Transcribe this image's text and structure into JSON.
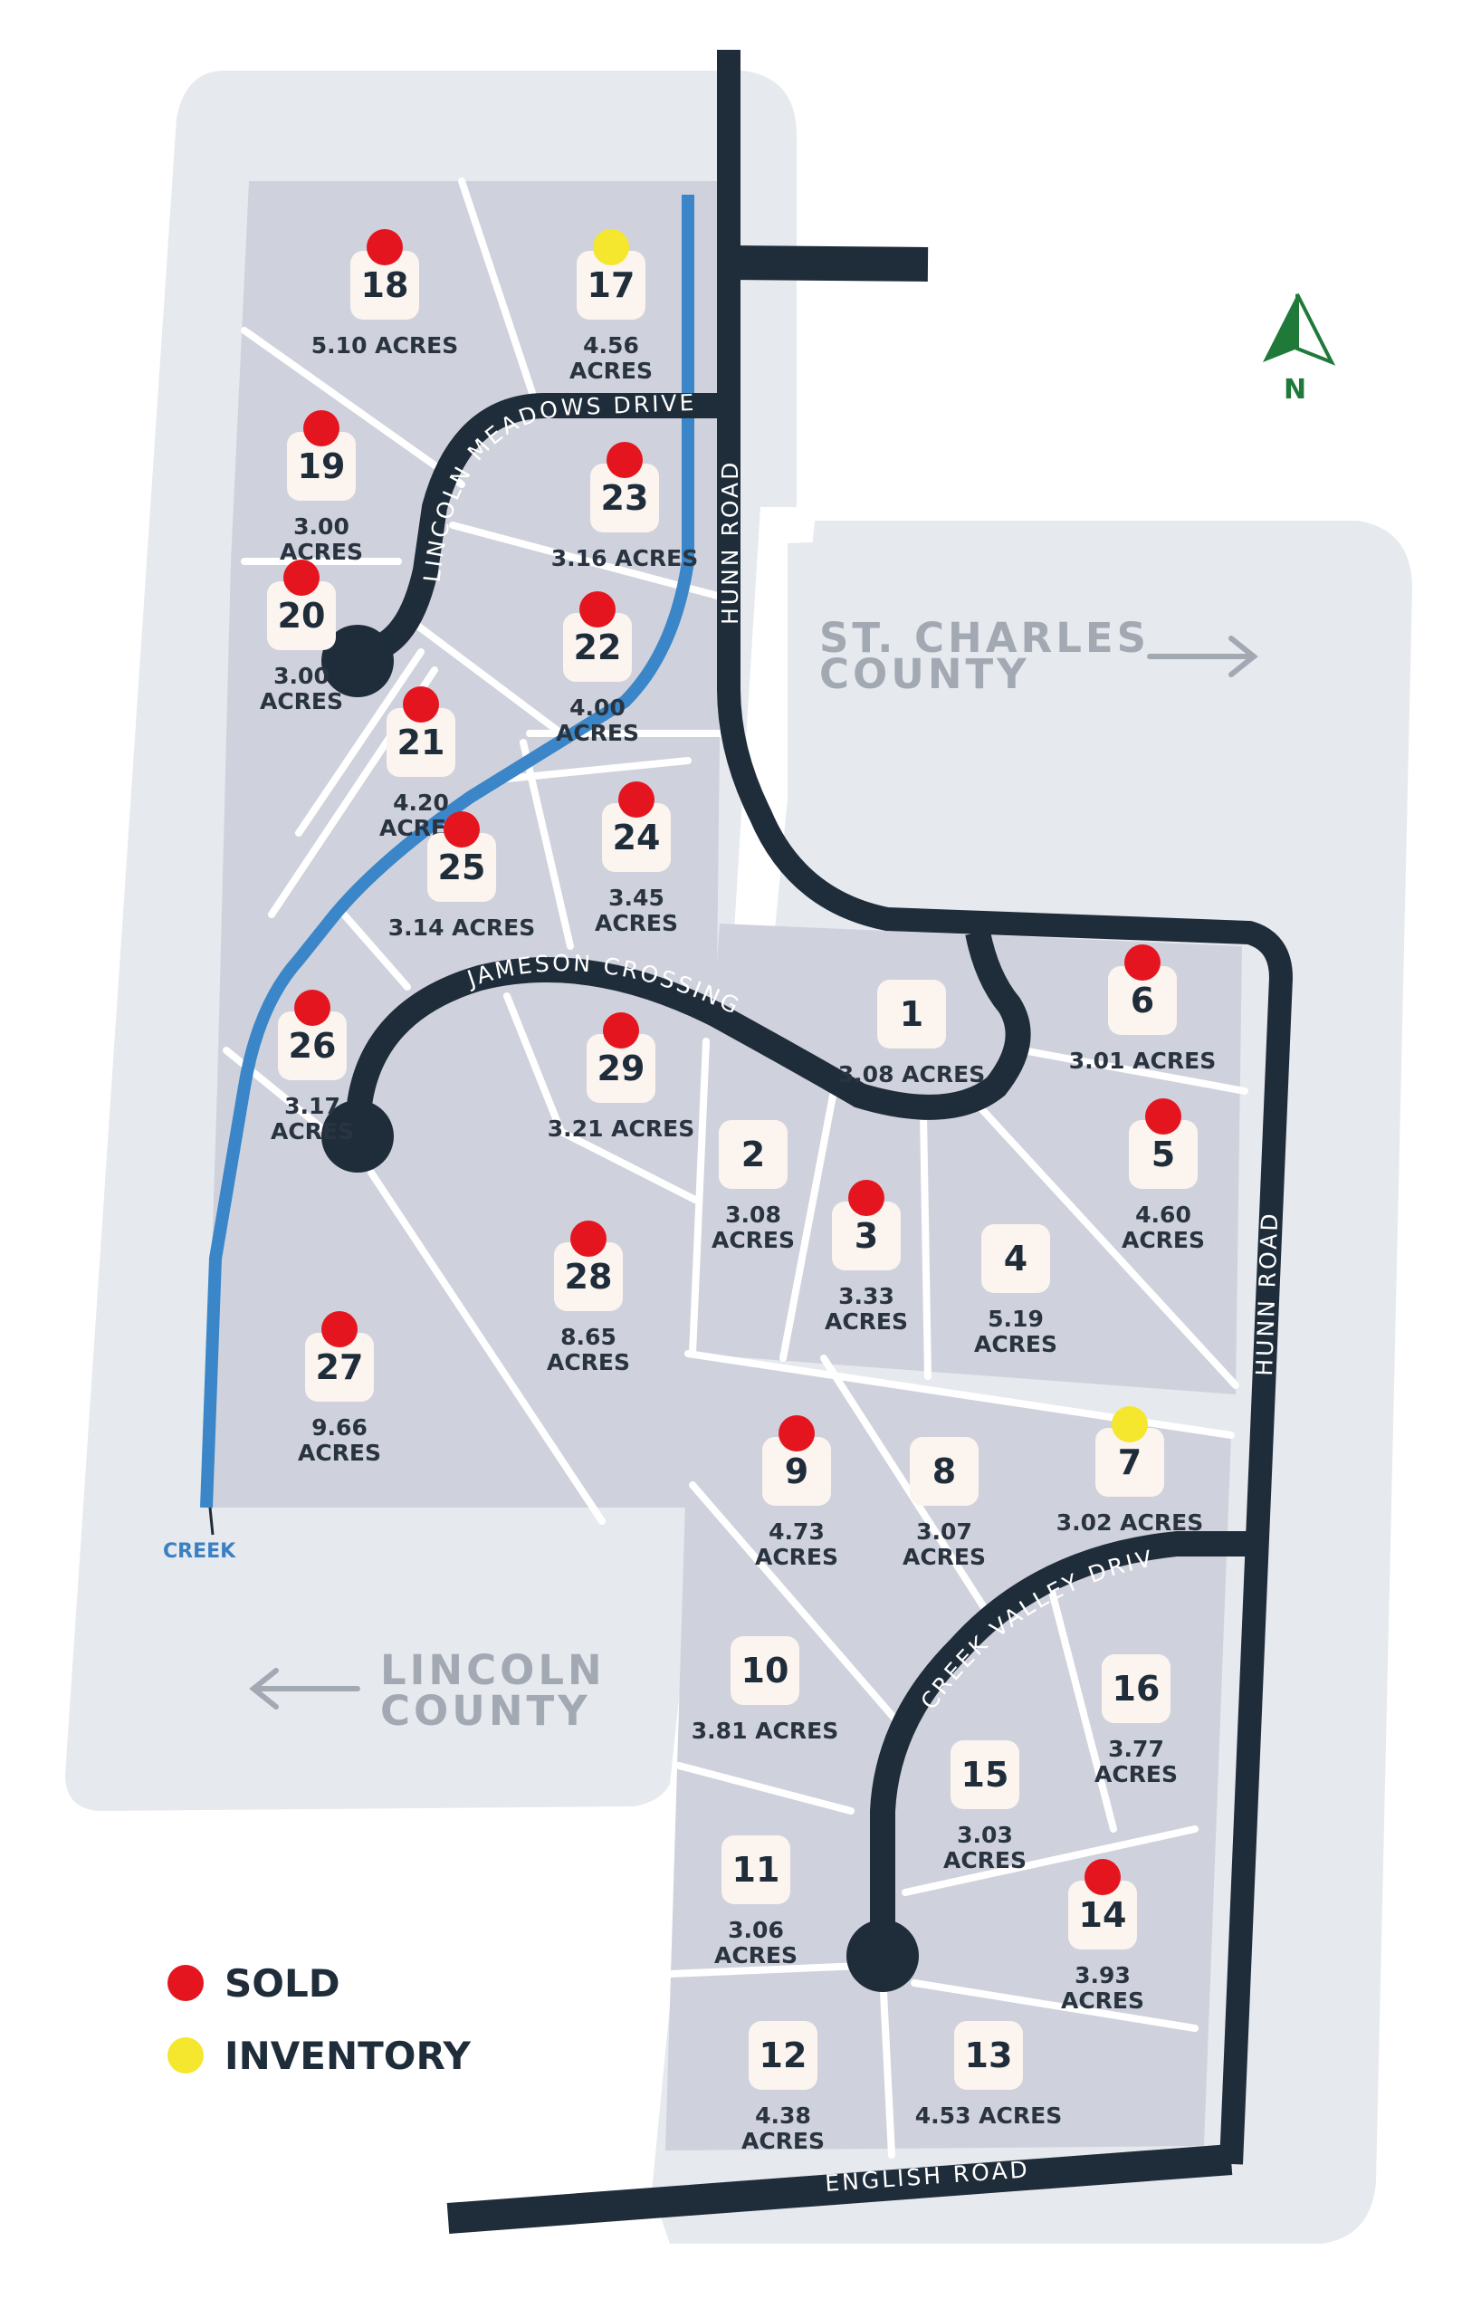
{
  "lots": [
    {
      "num": "18",
      "acres": [
        "5.10 ACRES"
      ],
      "status": "sold"
    },
    {
      "num": "17",
      "acres": [
        "4.56",
        "ACRES"
      ],
      "status": "inventory"
    },
    {
      "num": "19",
      "acres": [
        "3.00",
        "ACRES"
      ],
      "status": "sold"
    },
    {
      "num": "23",
      "acres": [
        "3.16 ACRES"
      ],
      "status": "sold"
    },
    {
      "num": "20",
      "acres": [
        "3.00",
        "ACRES"
      ],
      "status": "sold"
    },
    {
      "num": "22",
      "acres": [
        "4.00",
        "ACRES"
      ],
      "status": "sold"
    },
    {
      "num": "21",
      "acres": [
        "4.20",
        "ACRES"
      ],
      "status": "sold"
    },
    {
      "num": "24",
      "acres": [
        "3.45",
        "ACRES"
      ],
      "status": "sold"
    },
    {
      "num": "25",
      "acres": [
        "3.14 ACRES"
      ],
      "status": "sold"
    },
    {
      "num": "26",
      "acres": [
        "3.17",
        "ACRES"
      ],
      "status": "sold"
    },
    {
      "num": "29",
      "acres": [
        "3.21 ACRES"
      ],
      "status": "sold"
    },
    {
      "num": "28",
      "acres": [
        "8.65",
        "ACRES"
      ],
      "status": "sold"
    },
    {
      "num": "27",
      "acres": [
        "9.66",
        "ACRES"
      ],
      "status": "sold"
    },
    {
      "num": "1",
      "acres": [
        "3.08 ACRES"
      ],
      "status": "none"
    },
    {
      "num": "6",
      "acres": [
        "3.01 ACRES"
      ],
      "status": "sold"
    },
    {
      "num": "2",
      "acres": [
        "3.08",
        "ACRES"
      ],
      "status": "none"
    },
    {
      "num": "3",
      "acres": [
        "3.33",
        "ACRES"
      ],
      "status": "sold"
    },
    {
      "num": "4",
      "acres": [
        "5.19",
        "ACRES"
      ],
      "status": "none"
    },
    {
      "num": "5",
      "acres": [
        "4.60",
        "ACRES"
      ],
      "status": "sold"
    },
    {
      "num": "9",
      "acres": [
        "4.73",
        "ACRES"
      ],
      "status": "sold"
    },
    {
      "num": "8",
      "acres": [
        "3.07",
        "ACRES"
      ],
      "status": "none"
    },
    {
      "num": "7",
      "acres": [
        "3.02 ACRES"
      ],
      "status": "inventory"
    },
    {
      "num": "10",
      "acres": [
        "3.81 ACRES"
      ],
      "status": "none"
    },
    {
      "num": "16",
      "acres": [
        "3.77",
        "ACRES"
      ],
      "status": "none"
    },
    {
      "num": "15",
      "acres": [
        "3.03",
        "ACRES"
      ],
      "status": "none"
    },
    {
      "num": "11",
      "acres": [
        "3.06",
        "ACRES"
      ],
      "status": "none"
    },
    {
      "num": "14",
      "acres": [
        "3.93",
        "ACRES"
      ],
      "status": "sold"
    },
    {
      "num": "12",
      "acres": [
        "4.38",
        "ACRES"
      ],
      "status": "none"
    },
    {
      "num": "13",
      "acres": [
        "4.53 ACRES"
      ],
      "status": "none"
    }
  ],
  "roads": {
    "lincoln_meadows": "LINCOLN MEADOWS DRIVE",
    "hunn_road": "HUNN ROAD",
    "jameson": "JAMESON CROSSING",
    "creek_valley": "CREEK VALLEY DRIVE",
    "english": "ENGLISH ROAD"
  },
  "counties": {
    "st_charles": [
      "ST. CHARLES",
      "COUNTY"
    ],
    "lincoln": [
      "LINCOLN",
      "COUNTY"
    ]
  },
  "creek_label": "CREEK",
  "north_label": "N",
  "legend": {
    "sold": "SOLD",
    "inventory": "INVENTORY"
  },
  "colors": {
    "sold": "#e5151f",
    "inventory": "#f5e62e",
    "road": "#1f2d3a",
    "lot": "#cfd2dc",
    "background_area": "#e6e9ee",
    "creek": "#3a86c8",
    "north": "#1f7a3a"
  }
}
